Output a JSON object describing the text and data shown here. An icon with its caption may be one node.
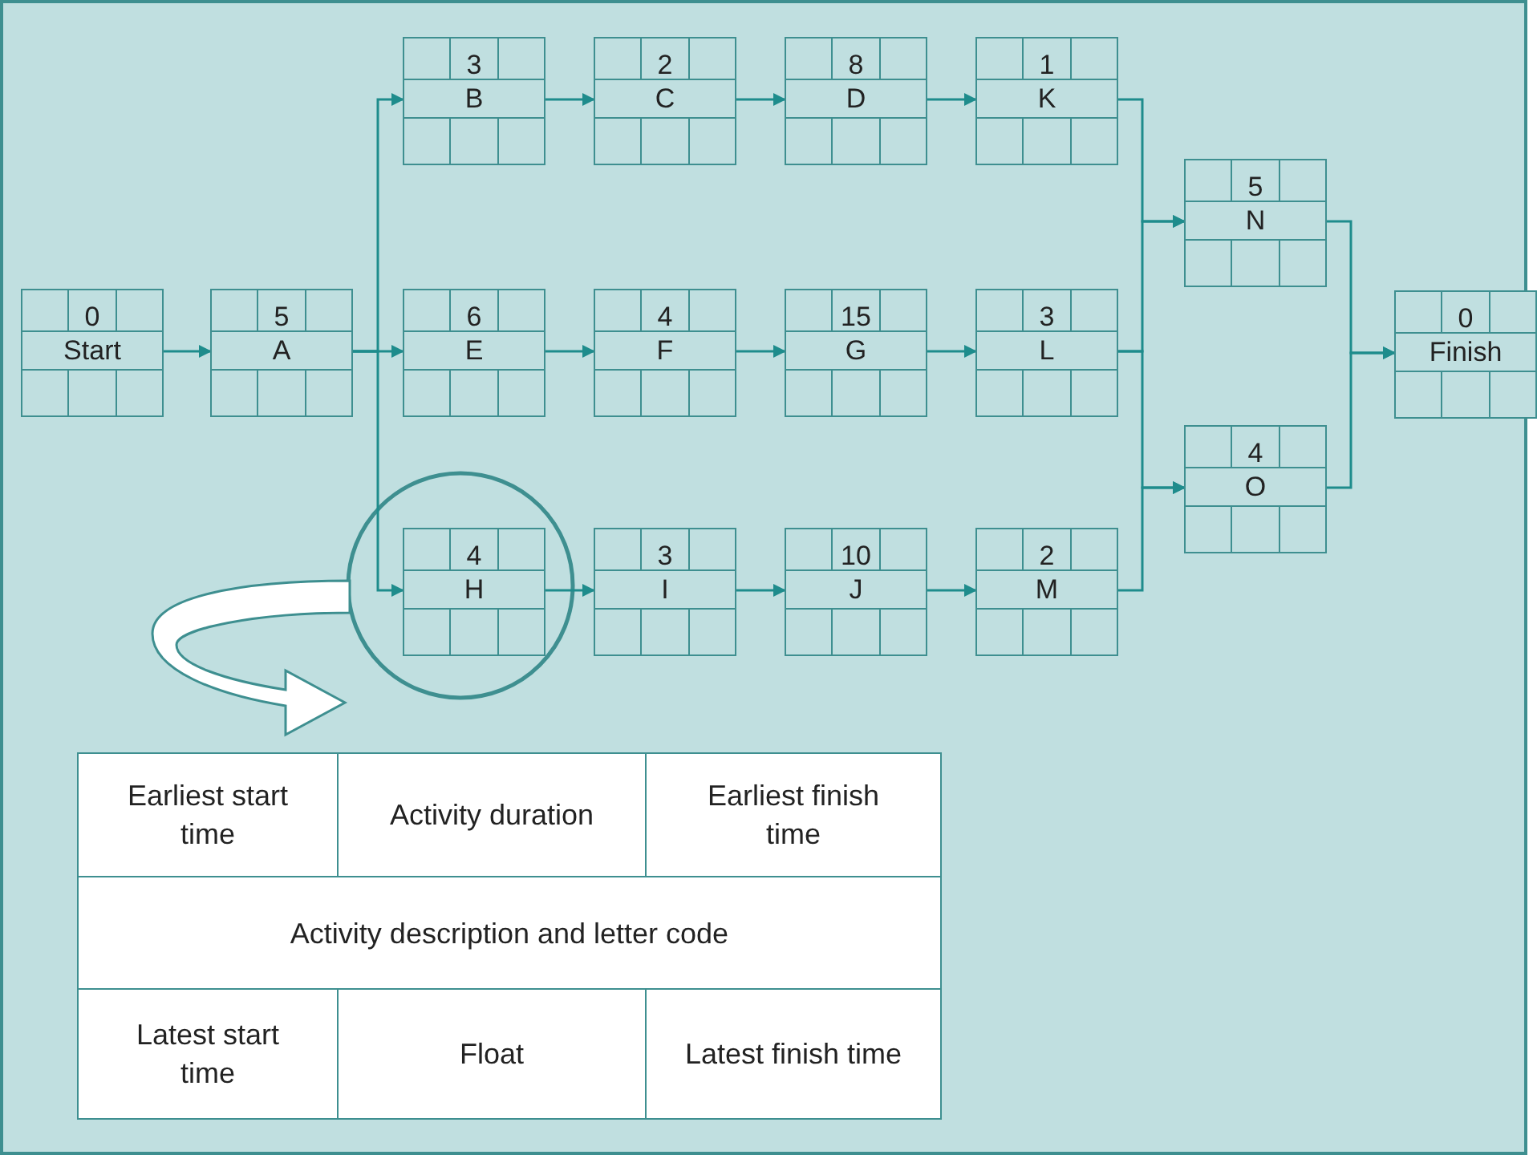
{
  "diagram": {
    "nodes": [
      {
        "text": [
          "0",
          "Start"
        ]
      },
      {
        "text": [
          "5",
          "A"
        ]
      },
      {
        "text": [
          "3",
          "B"
        ]
      },
      {
        "text": [
          "2",
          "C"
        ]
      },
      {
        "text": [
          "8",
          "D"
        ]
      },
      {
        "text": [
          "1",
          "K"
        ]
      },
      {
        "text": [
          "6",
          "E"
        ]
      },
      {
        "text": [
          "4",
          "F"
        ]
      },
      {
        "text": [
          "15",
          "G"
        ]
      },
      {
        "text": [
          "3",
          "L"
        ]
      },
      {
        "text": [
          "4",
          "H"
        ]
      },
      {
        "text": [
          "3",
          "I"
        ]
      },
      {
        "text": [
          "10",
          "J"
        ]
      },
      {
        "text": [
          "2",
          "M"
        ]
      },
      {
        "text": [
          "5",
          "N"
        ]
      },
      {
        "text": [
          "4",
          "O"
        ]
      },
      {
        "text": [
          "0",
          "Finish"
        ]
      }
    ],
    "edges": [
      {
        "from": 0,
        "to": 1,
        "arrow": "to"
      },
      {
        "from": 1,
        "to": 2,
        "arrow": "to"
      },
      {
        "from": 1,
        "to": 6,
        "arrow": "to"
      },
      {
        "from": 1,
        "to": 10,
        "arrow": "to"
      },
      {
        "from": 2,
        "to": 3,
        "arrow": "to"
      },
      {
        "from": 3,
        "to": 4,
        "arrow": "to"
      },
      {
        "from": 4,
        "to": 5,
        "arrow": "to"
      },
      {
        "from": 6,
        "to": 7,
        "arrow": "to"
      },
      {
        "from": 7,
        "to": 8,
        "arrow": "to"
      },
      {
        "from": 8,
        "to": 9,
        "arrow": "to"
      },
      {
        "from": 10,
        "to": 11,
        "arrow": "to"
      },
      {
        "from": 11,
        "to": 12,
        "arrow": "to"
      },
      {
        "from": 12,
        "to": 13,
        "arrow": "to"
      },
      {
        "from": 5,
        "to": 14,
        "arrow": "to"
      },
      {
        "from": 9,
        "to": 14,
        "arrow": "to"
      },
      {
        "from": 9,
        "to": 15,
        "arrow": "to"
      },
      {
        "from": 13,
        "to": 15,
        "arrow": "to"
      },
      {
        "from": 14,
        "to": 16,
        "arrow": "to"
      },
      {
        "from": 15,
        "to": 16,
        "arrow": "to"
      }
    ],
    "labels": [
      "Earliest start time",
      "Activity duration",
      "Earliest finish time",
      "Activity description and letter code",
      "Latest start time",
      "Float",
      "Latest finish time"
    ]
  }
}
